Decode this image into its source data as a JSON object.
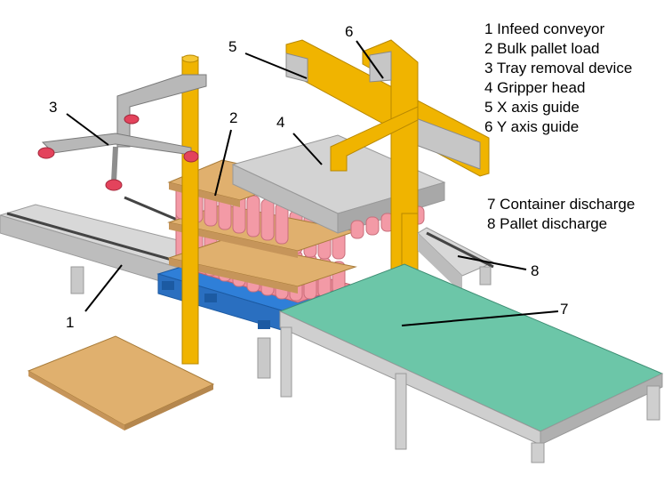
{
  "legend": {
    "item1": "1 Infeed conveyor",
    "item2": "2 Bulk pallet load",
    "item3": "3 Tray removal device",
    "item4": "4 Gripper head",
    "item5": "5 X axis guide",
    "item6": "6 Y axis guide",
    "item7": "7 Container discharge",
    "item8": "8 Pallet discharge"
  },
  "callouts": {
    "c1": "1",
    "c2": "2",
    "c3": "3",
    "c4": "4",
    "c5": "5",
    "c6": "6",
    "c7": "7",
    "c8": "8"
  },
  "colors": {
    "conveyor_top": "#d6d6d6",
    "conveyor_side": "#b9b9b9",
    "frame_yellow": "#f0b400",
    "guide_gray": "#c6c6c6",
    "cardboard": "#e0b06e",
    "containers": "#f08c9a",
    "pallet_blue": "#2f7fd8",
    "discharge_green": "#6cc6a8",
    "gripper_gray": "#d0d0d0"
  }
}
